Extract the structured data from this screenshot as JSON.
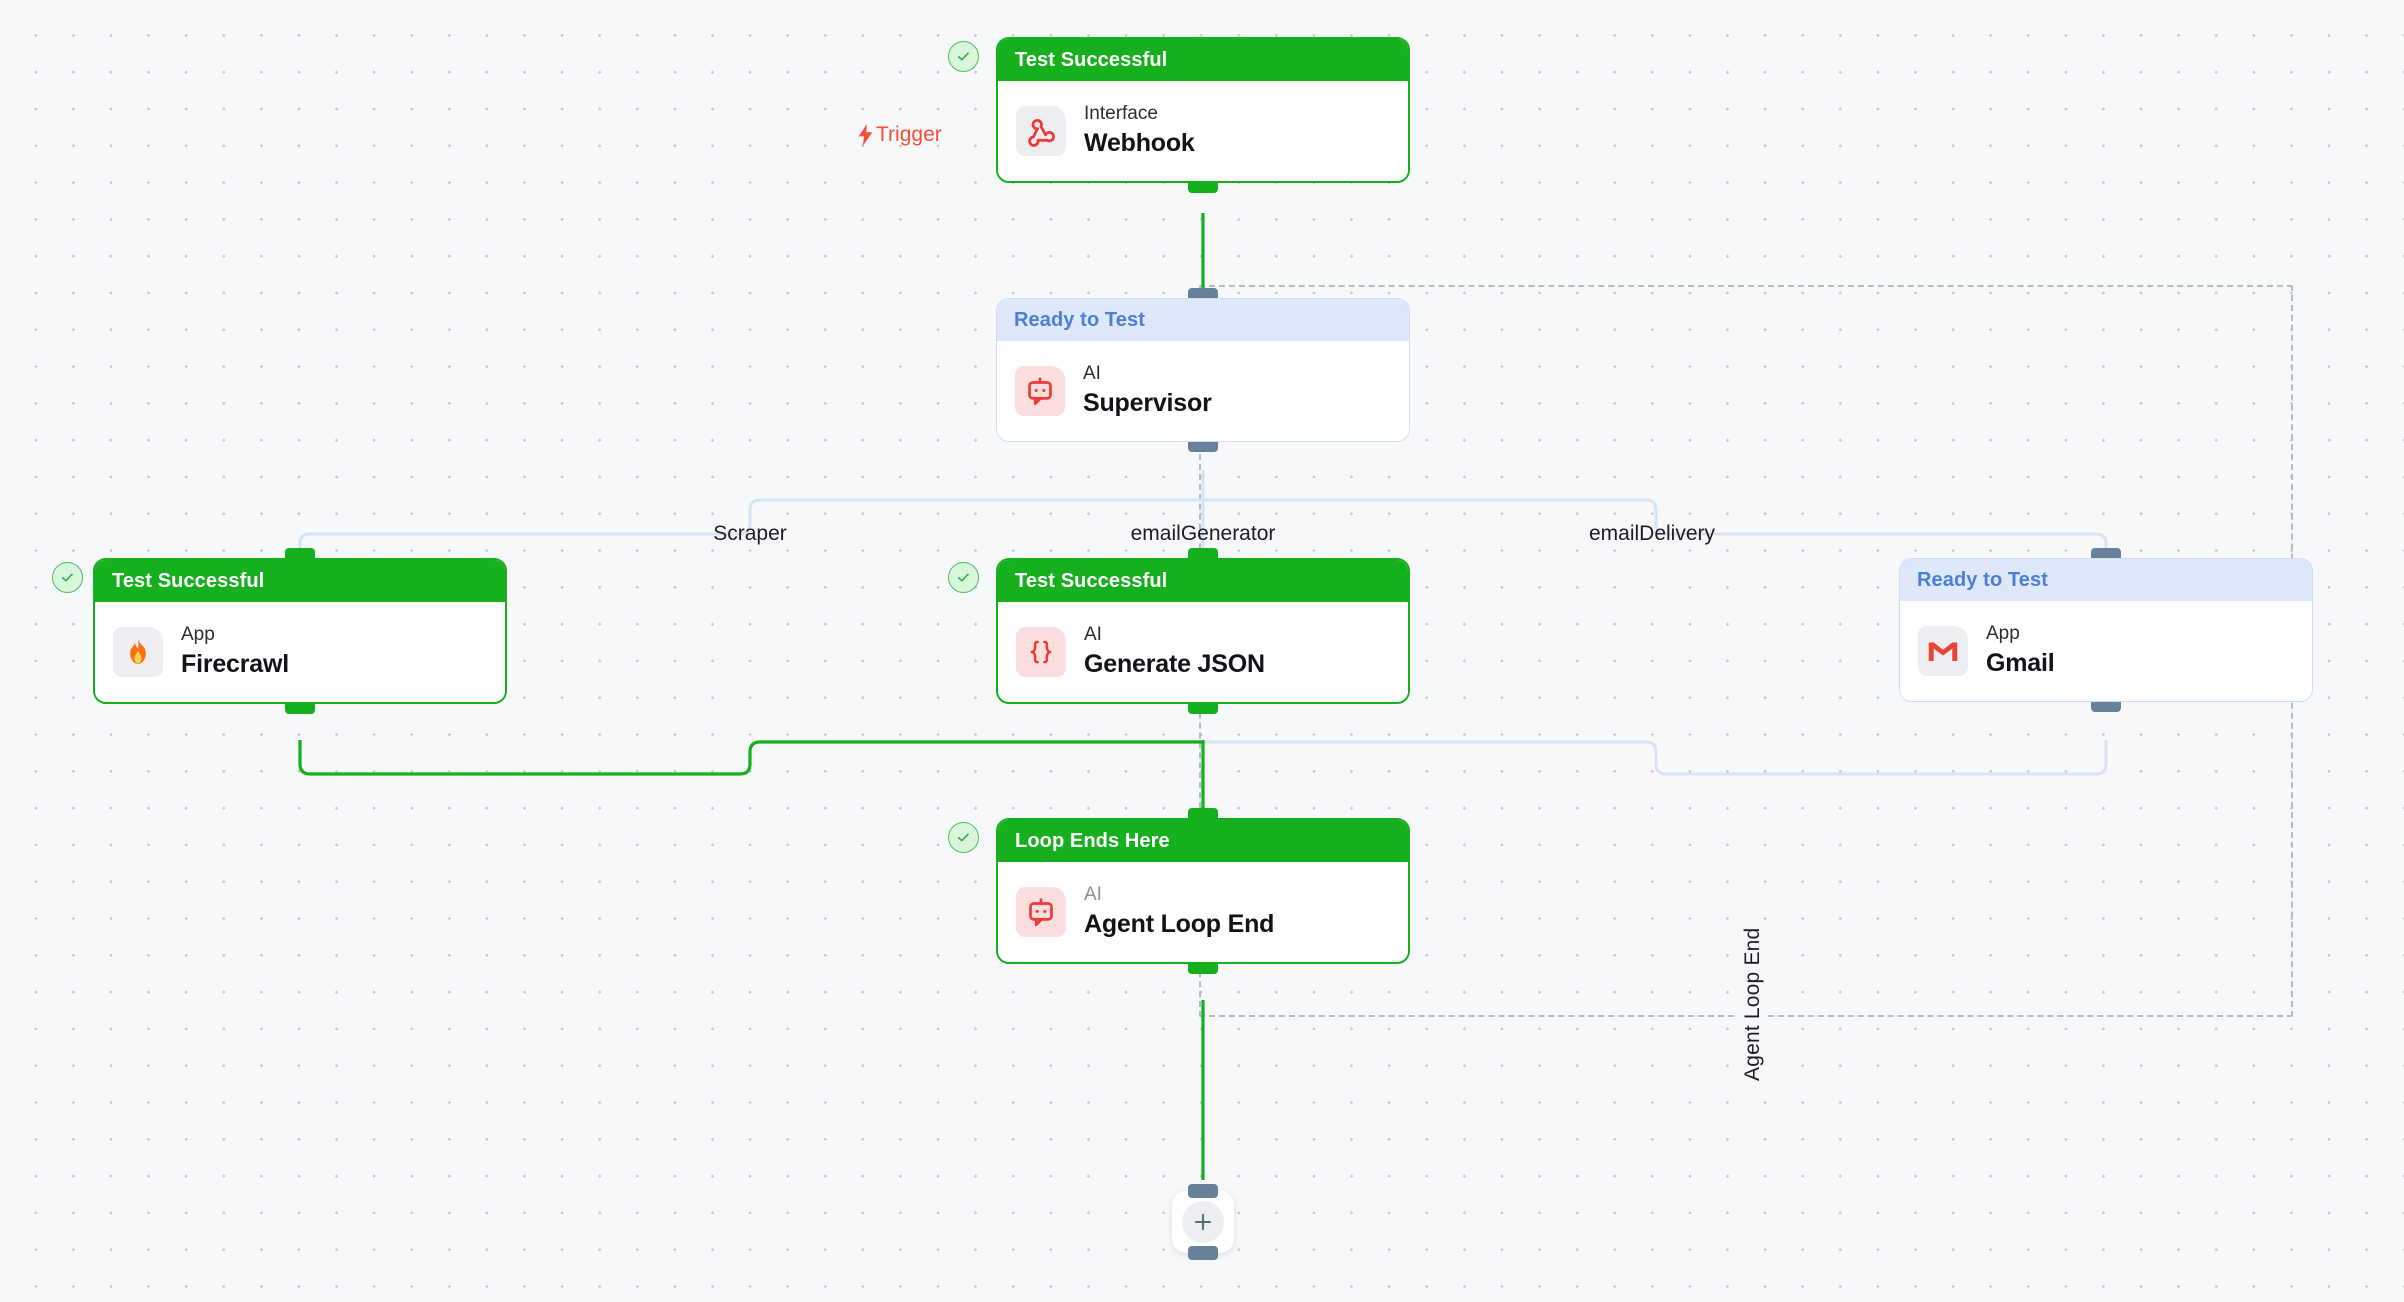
{
  "canvas": {
    "background": "#f7f8fa",
    "dot_color": "#c3c7cf"
  },
  "colors": {
    "success_green": "#16b01e",
    "ready_blue_bg": "#dfe8f8",
    "ready_blue_text": "#4a7fd4",
    "trigger_red": "#f0503c",
    "handle_slate": "#69809b",
    "edge_light_blue": "#d7e3f5",
    "loop_dash": "#b6bac2"
  },
  "trigger": {
    "label": "Trigger",
    "icon": "lightning-bolt-icon"
  },
  "loop_group": {
    "label": "Agent Loop End"
  },
  "branch_labels": [
    {
      "name": "scraper",
      "label": "Scraper"
    },
    {
      "name": "email-generator",
      "label": "emailGenerator"
    },
    {
      "name": "email-delivery",
      "label": "emailDelivery"
    }
  ],
  "nodes": [
    {
      "id": "webhook",
      "status": "Test Successful",
      "status_type": "success",
      "kind": "Interface",
      "title": "Webhook",
      "icon": "webhook-icon",
      "icon_bg": "grey",
      "has_badge": true
    },
    {
      "id": "supervisor",
      "status": "Ready to Test",
      "status_type": "ready",
      "kind": "AI",
      "title": "Supervisor",
      "icon": "robot-icon",
      "icon_bg": "pink",
      "has_badge": false
    },
    {
      "id": "firecrawl",
      "status": "Test Successful",
      "status_type": "success",
      "kind": "App",
      "title": "Firecrawl",
      "icon": "flame-icon",
      "icon_bg": "grey",
      "has_badge": true
    },
    {
      "id": "generate-json",
      "status": "Test Successful",
      "status_type": "success",
      "kind": "AI",
      "title": "Generate JSON",
      "icon": "curly-braces-icon",
      "icon_bg": "pink",
      "has_badge": true
    },
    {
      "id": "gmail",
      "status": "Ready to Test",
      "status_type": "ready",
      "kind": "App",
      "title": "Gmail",
      "icon": "gmail-icon",
      "icon_bg": "grey",
      "has_badge": false
    },
    {
      "id": "agent-loop-end",
      "status": "Loop Ends Here",
      "status_type": "success",
      "kind": "AI",
      "title": "Agent Loop End",
      "icon": "robot-icon",
      "icon_bg": "pink",
      "has_badge": true
    }
  ],
  "add_button": {
    "label": "+",
    "icon": "plus-icon"
  }
}
